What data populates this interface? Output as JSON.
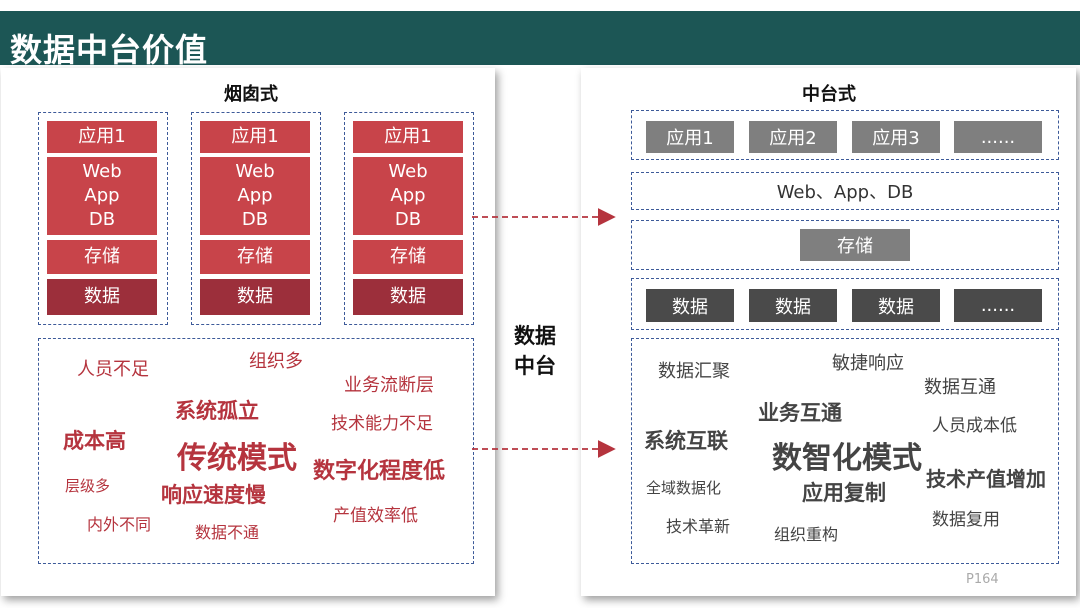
{
  "header": {
    "title": "数据中台价值"
  },
  "left": {
    "title": "烟囱式",
    "stacks": [
      {
        "app": "应用1",
        "web": "Web",
        "app2": "App",
        "db": "DB",
        "storage": "存储",
        "data": "数据"
      },
      {
        "app": "应用1",
        "web": "Web",
        "app2": "App",
        "db": "DB",
        "storage": "存储",
        "data": "数据"
      },
      {
        "app": "应用1",
        "web": "Web",
        "app2": "App",
        "db": "DB",
        "storage": "存储",
        "data": "数据"
      }
    ],
    "words": {
      "w1": "人员不足",
      "w2": "组织多",
      "w3": "业务流断层",
      "w4": "系统孤立",
      "w5": "技术能力不足",
      "w6": "成本高",
      "w7": "传统模式",
      "w8": "数字化程度低",
      "w9": "层级多",
      "w10": "响应速度慢",
      "w11": "内外不同",
      "w12": "数据不通",
      "w13": "产值效率低"
    }
  },
  "center": {
    "line1": "数据",
    "line2": "中台"
  },
  "right": {
    "title": "中台式",
    "apps": [
      "应用1",
      "应用2",
      "应用3",
      "......"
    ],
    "middleware": "Web、App、DB",
    "storage": "存储",
    "data": [
      "数据",
      "数据",
      "数据",
      "......"
    ],
    "words": {
      "w1": "数据汇聚",
      "w2": "敏捷响应",
      "w3": "数据互通",
      "w4": "业务互通",
      "w5": "人员成本低",
      "w6": "系统互联",
      "w7": "数智化模式",
      "w8": "技术产值增加",
      "w9": "全域数据化",
      "w10": "应用复制",
      "w11": "技术革新",
      "w12": "组织重构",
      "w13": "数据复用"
    }
  },
  "page": {
    "number": "P164"
  },
  "colors": {
    "header": "#1c5655",
    "red": "#c8444a",
    "dark_red": "#9c2f3b",
    "gray": "#7f7f7f",
    "dark_gray": "#4a4a4a",
    "dash": "#3d5a99"
  }
}
